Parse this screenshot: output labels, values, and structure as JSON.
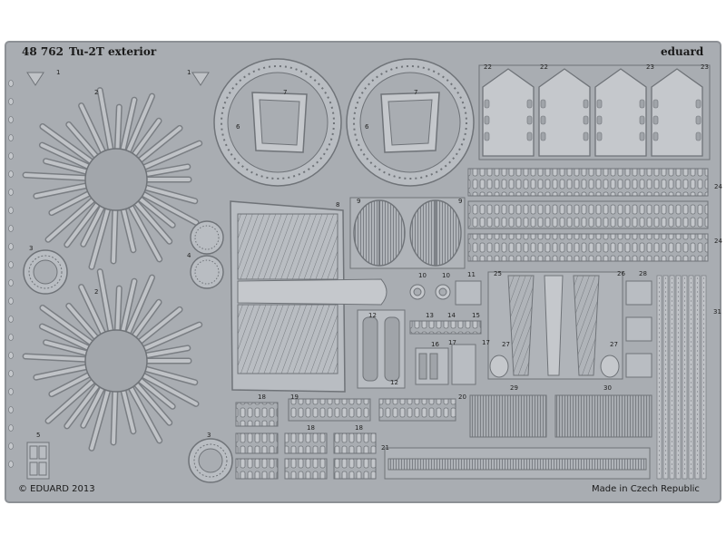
{
  "header": {
    "set_number": "48 762",
    "set_title": "Tu-2T exterior",
    "brand": "eduard"
  },
  "footer": {
    "copyright": "© EDUARD 2013",
    "origin": "Made in Czech Republic"
  },
  "part_numbers": [
    "1",
    "1",
    "2",
    "2",
    "3",
    "3",
    "4",
    "5",
    "6",
    "6",
    "7",
    "7",
    "8",
    "9",
    "9",
    "10",
    "10",
    "11",
    "12",
    "12",
    "13",
    "14",
    "15",
    "16",
    "17",
    "17",
    "18",
    "18",
    "18",
    "19",
    "20",
    "21",
    "22",
    "22",
    "23",
    "23",
    "24",
    "24",
    "25",
    "26",
    "27",
    "27",
    "28",
    "29",
    "30",
    "31"
  ],
  "colors": {
    "fret": "#a9adb2",
    "fret_edge": "#8d9196",
    "part": "#b9bdc2",
    "shadow": "#7d8186",
    "highlight": "#d6d9dc",
    "background": "#ffffff"
  }
}
